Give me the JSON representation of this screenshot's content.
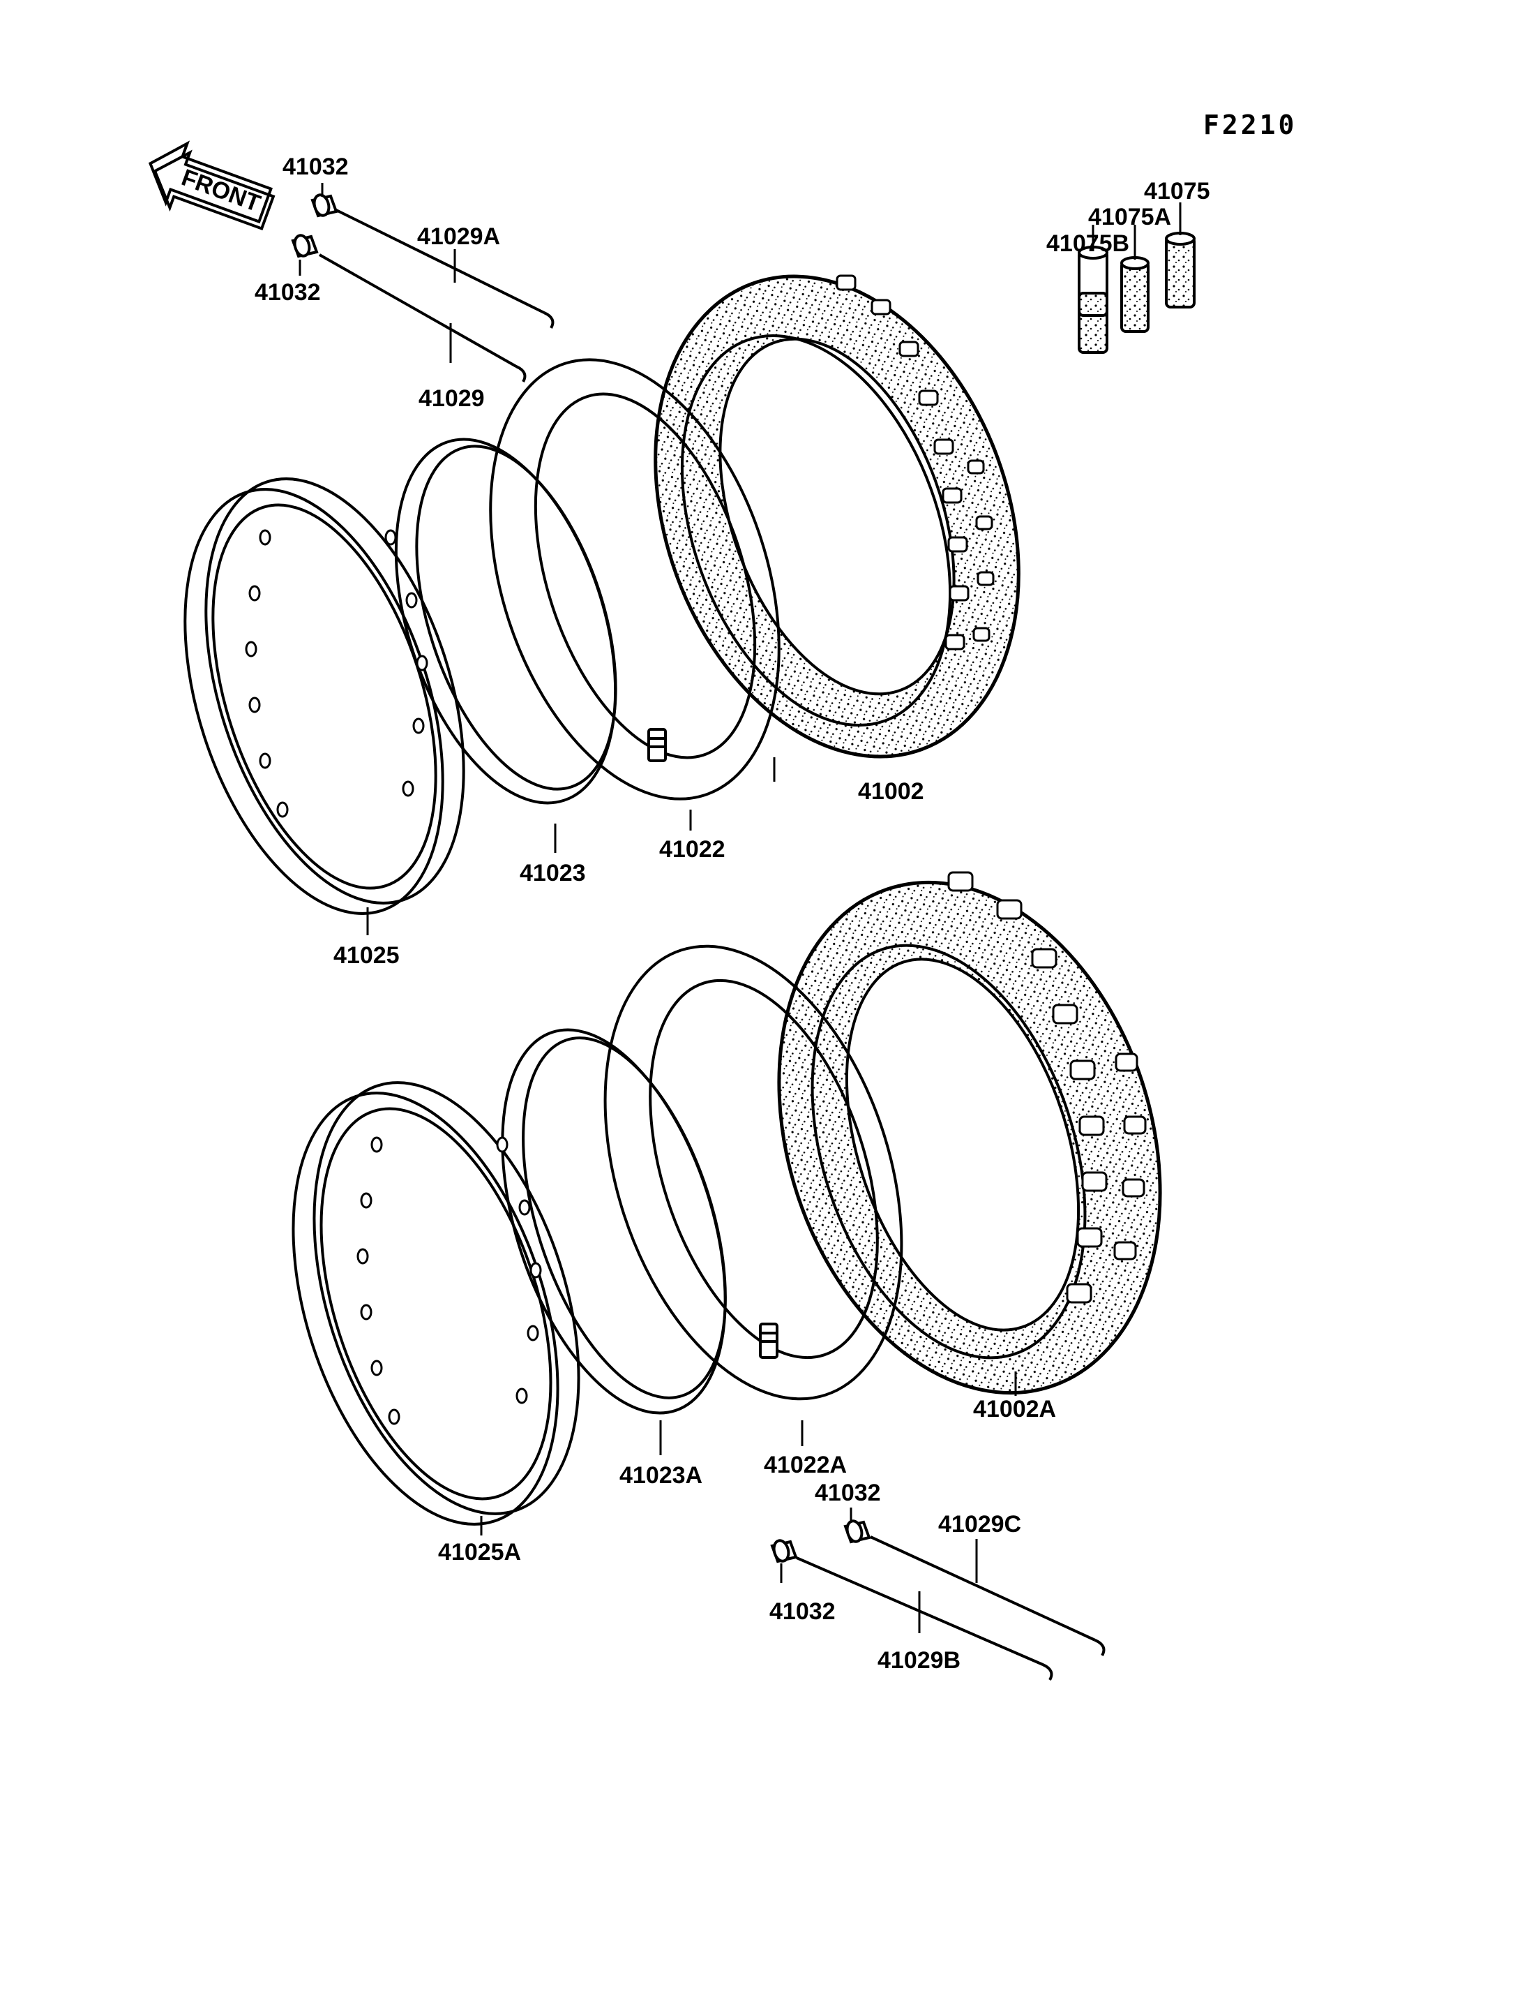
{
  "figure_code": "F2210",
  "front_label": "FRONT",
  "labels": {
    "spoke_nipple_a": "41032",
    "spoke_nipple_b": "41032",
    "spoke_nipple_c": "41032",
    "spoke_nipple_d": "41032",
    "spoke_a": "41029A",
    "spoke": "41029",
    "spoke_b": "41029B",
    "spoke_c": "41029C",
    "valve_cap": "41075",
    "valve_cap_a": "41075A",
    "valve_cap_b": "41075B",
    "tire_front": "41002",
    "tire_rear": "41002A",
    "tube_front": "41022",
    "tube_rear": "41022A",
    "band_front": "41023",
    "band_rear": "41023A",
    "rim_front": "41025",
    "rim_rear": "41025A"
  }
}
